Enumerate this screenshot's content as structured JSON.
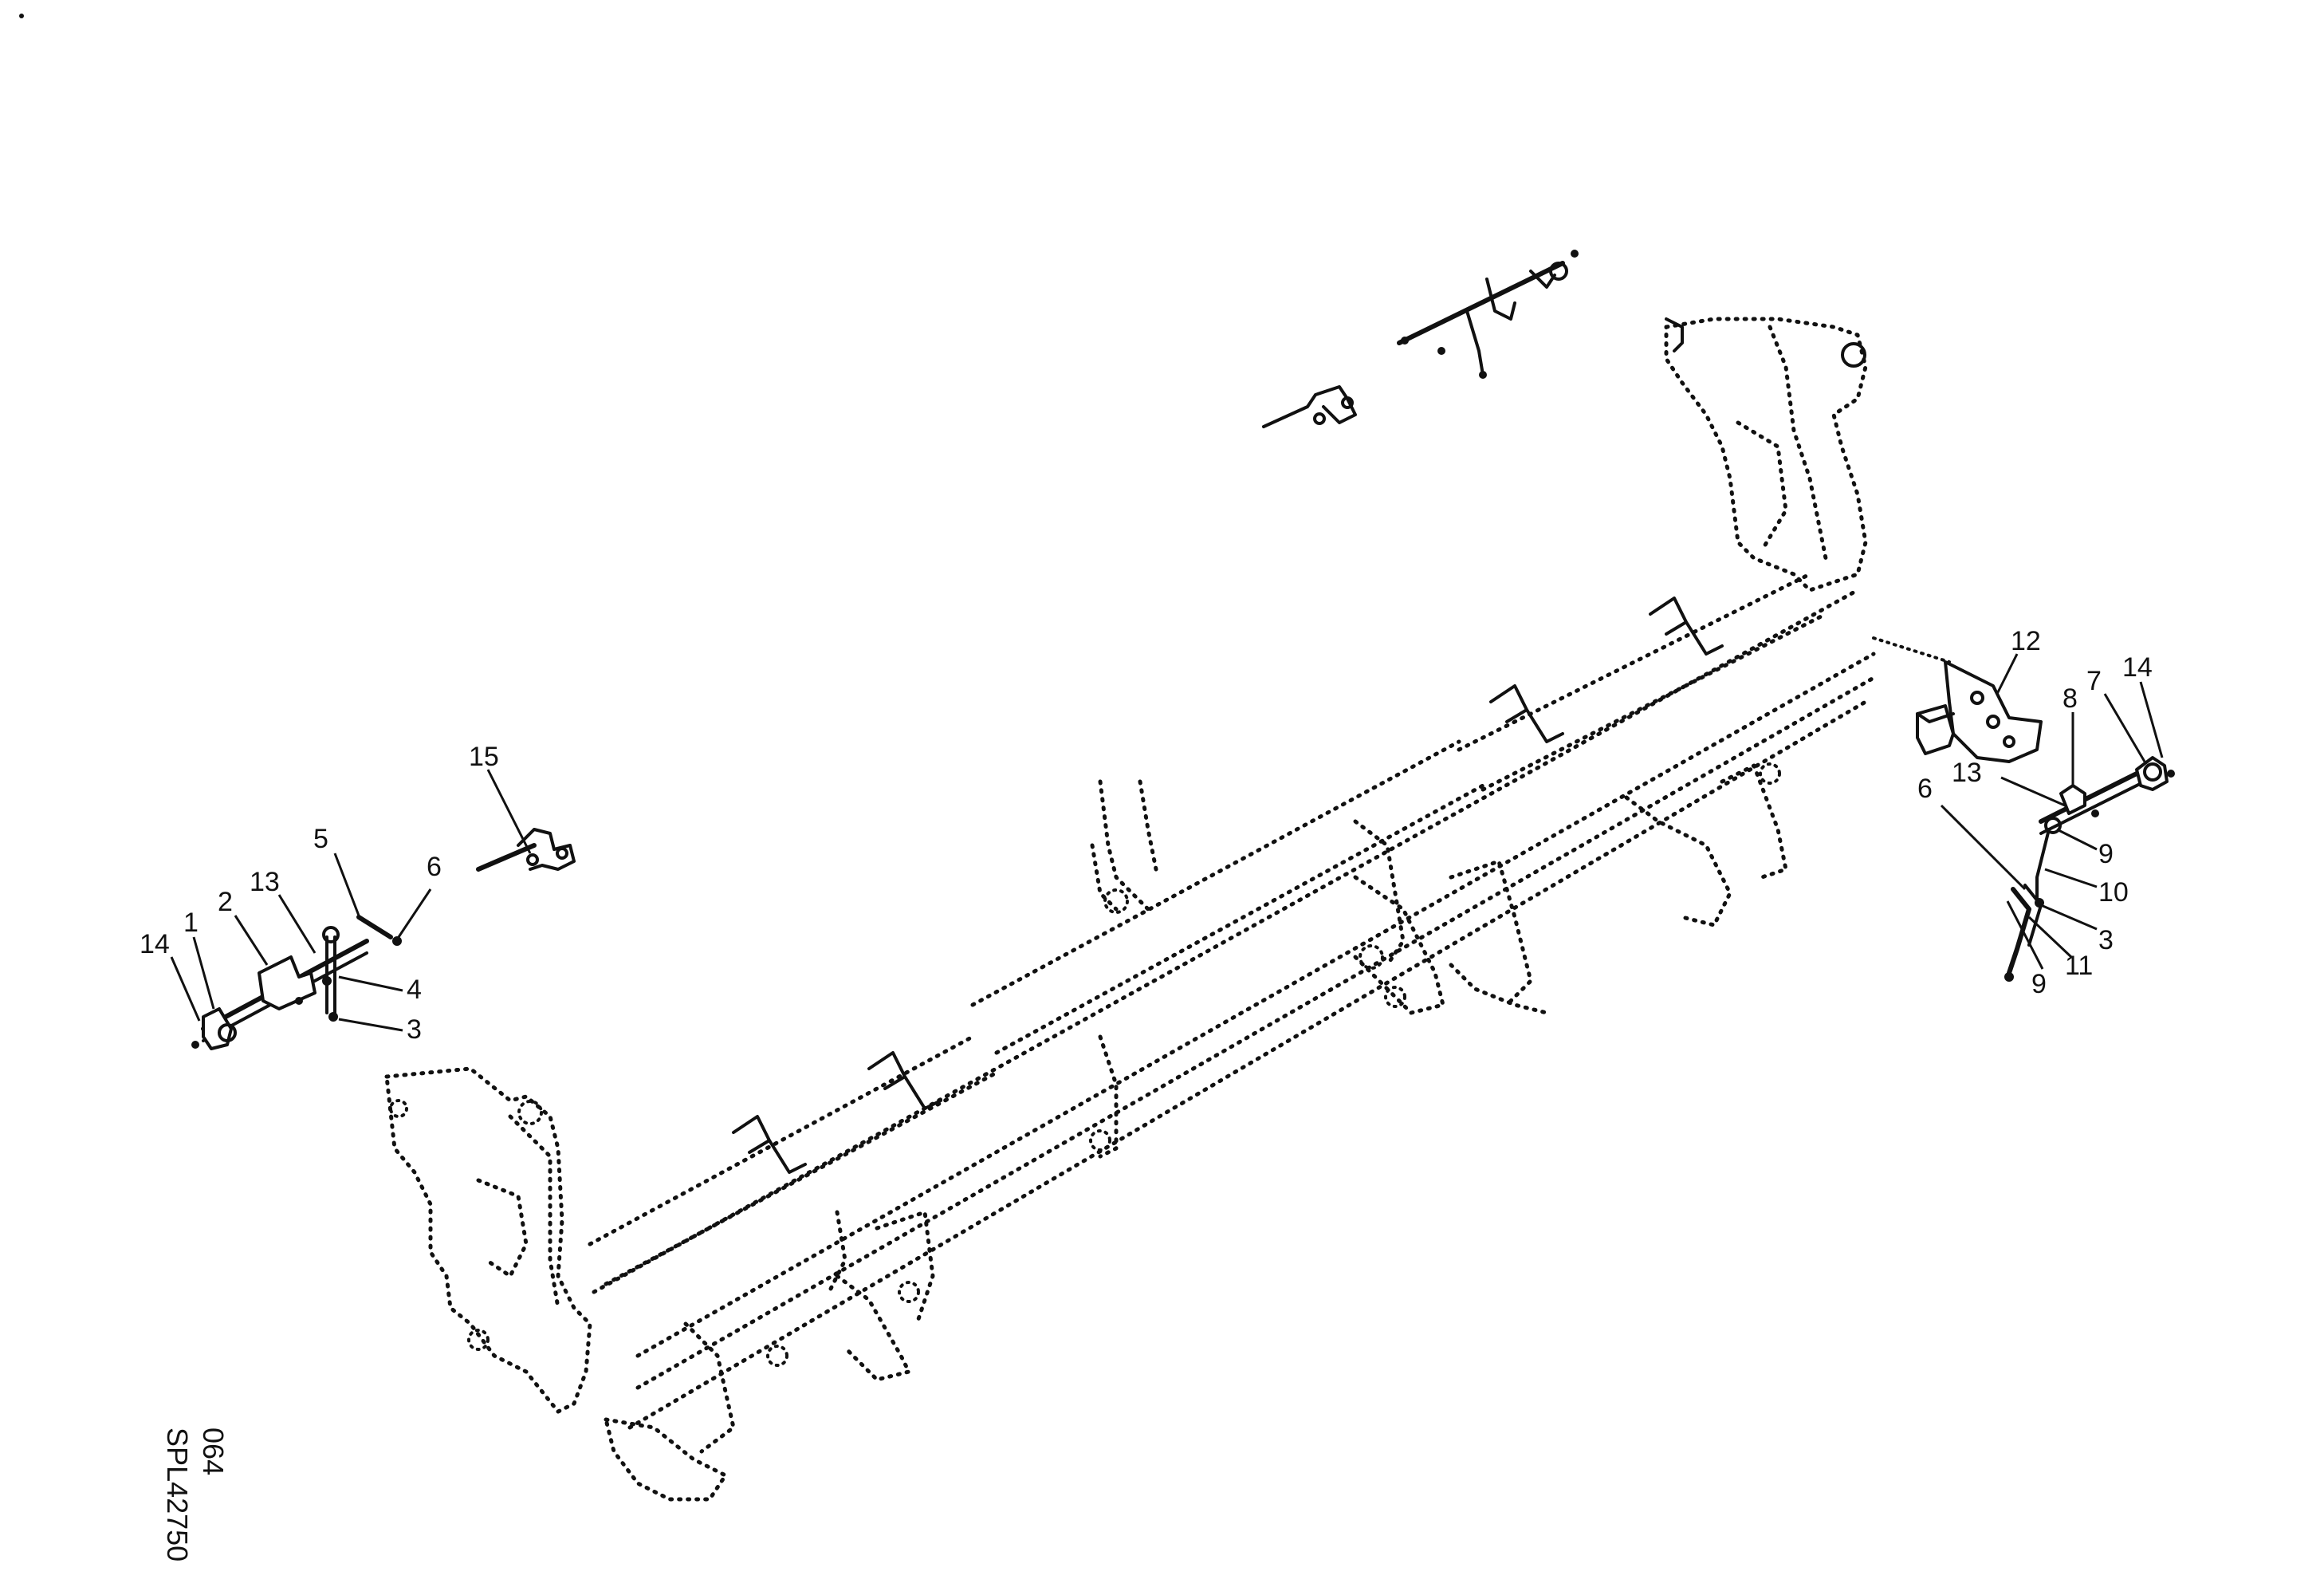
{
  "drawing": {
    "reference_code": "SPL42750",
    "sheet_number": "064"
  },
  "callouts_left": [
    {
      "label": "14"
    },
    {
      "label": "1"
    },
    {
      "label": "2"
    },
    {
      "label": "13"
    },
    {
      "label": "5"
    },
    {
      "label": "6"
    },
    {
      "label": "4"
    },
    {
      "label": "3"
    },
    {
      "label": "15"
    }
  ],
  "callouts_right": [
    {
      "label": "12"
    },
    {
      "label": "8"
    },
    {
      "label": "7"
    },
    {
      "label": "14"
    },
    {
      "label": "13"
    },
    {
      "label": "6"
    },
    {
      "label": "9"
    },
    {
      "label": "10"
    },
    {
      "label": "3"
    },
    {
      "label": "11"
    },
    {
      "label": "9"
    }
  ]
}
